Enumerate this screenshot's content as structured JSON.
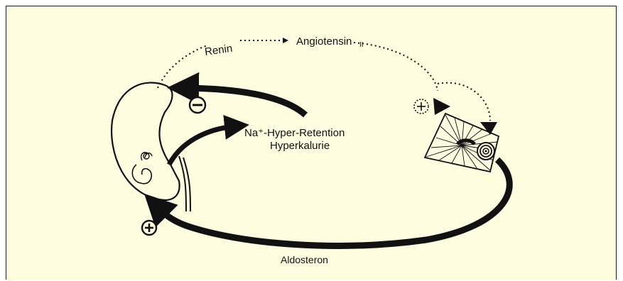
{
  "colors": {
    "background": "#FFFDE0",
    "ink": "#111111"
  },
  "labels": {
    "renin": "Renin",
    "angiotensin": "Angiotensin",
    "angiotensin_roman": "II",
    "na_retention": "Na⁺-Hyper-Retention",
    "hyperkaliurie": "Hyperkalurie",
    "aldosteron": "Aldosteron"
  },
  "signs": {
    "minus": "−",
    "plus": "+"
  },
  "icons": [
    "kidney-icon",
    "adrenal-gland-icon",
    "minus-sign-icon",
    "plus-sign-icon"
  ]
}
